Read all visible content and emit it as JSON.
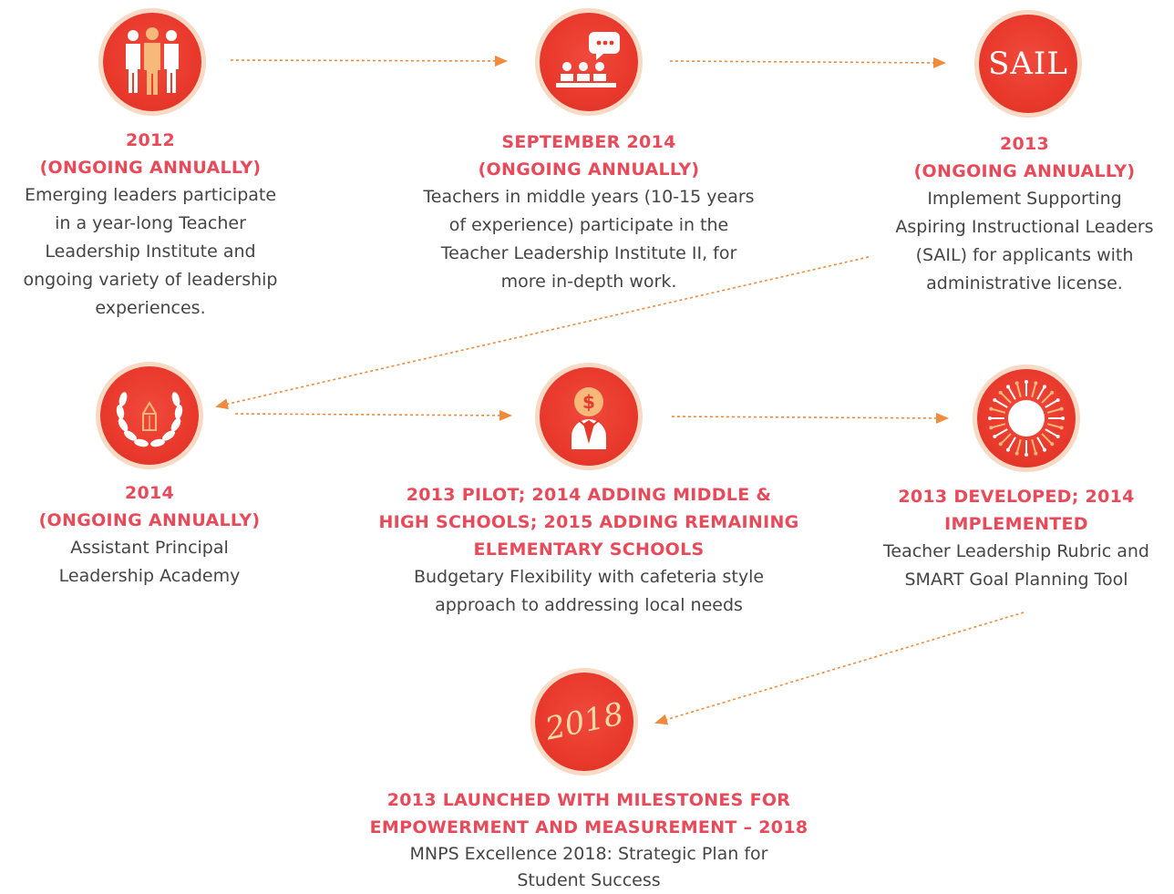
{
  "colors": {
    "circle": "#e8392c",
    "circle_ring": "#f7d9c4",
    "heading": "#e84a5a",
    "arrow": "#f08a3c",
    "body_text": "#454545"
  },
  "steps": [
    {
      "id": "teacher-leadership-institute",
      "icon": "people-group-icon",
      "heading": [
        "2012",
        "(ONGOING ANNUALLY)"
      ],
      "description": [
        "Emerging leaders participate",
        "in a year-long Teacher",
        "Leadership Institute and",
        "ongoing variety of leadership",
        "experiences."
      ]
    },
    {
      "id": "teacher-leadership-institute-ii",
      "icon": "audience-speech-bubble-icon",
      "heading": [
        "SEPTEMBER 2014",
        "(ONGOING ANNUALLY)"
      ],
      "description": [
        "Teachers in middle years (10-15 years",
        "of experience) participate in the",
        "Teacher Leadership Institute II, for",
        "more in-depth work."
      ]
    },
    {
      "id": "sail",
      "icon": "sail-text-icon",
      "icon_text": "SAIL",
      "heading": [
        "2013",
        "(ONGOING ANNUALLY)"
      ],
      "description": [
        "Implement Supporting",
        "Aspiring Instructional Leaders",
        "(SAIL) for applicants with",
        "administrative license."
      ]
    },
    {
      "id": "assistant-principal-academy",
      "icon": "laurel-pencil-icon",
      "heading": [
        "2014",
        "(ONGOING ANNUALLY)"
      ],
      "description": [
        "Assistant Principal",
        "Leadership Academy"
      ]
    },
    {
      "id": "budgetary-flexibility",
      "icon": "dollar-person-icon",
      "heading": [
        "2013 PILOT; 2014 ADDING MIDDLE &",
        "HIGH SCHOOLS; 2015 ADDING REMAINING",
        "ELEMENTARY SCHOOLS"
      ],
      "description": [
        "Budgetary Flexibility with cafeteria style",
        "approach to addressing local needs"
      ]
    },
    {
      "id": "rubric-smart-goal",
      "icon": "circle-arrows-icon",
      "heading": [
        "2013 DEVELOPED; 2014",
        "IMPLEMENTED"
      ],
      "description": [
        "Teacher Leadership Rubric and",
        "SMART Goal Planning Tool"
      ]
    },
    {
      "id": "excellence-2018",
      "icon": "year-2018-icon",
      "icon_text": "2018",
      "heading": [
        "2013 LAUNCHED WITH MILESTONES FOR",
        "EMPOWERMENT AND MEASUREMENT – 2018"
      ],
      "description": [
        "MNPS Excellence 2018: Strategic Plan for",
        "Student Success"
      ]
    }
  ]
}
